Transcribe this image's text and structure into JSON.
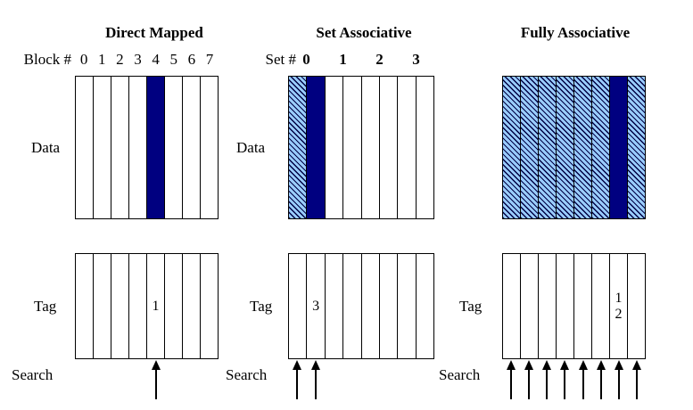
{
  "figure": {
    "colors": {
      "highlight": "#000080",
      "hatch_background": "#99ccff",
      "hatch_line": "#000040",
      "border": "#000000",
      "background": "#ffffff",
      "text": "#000000"
    }
  },
  "panels": [
    {
      "key": "direct-mapped",
      "title": "Direct Mapped",
      "index_label": "Block #",
      "index_bold": false,
      "index_values": [
        "0",
        "1",
        "2",
        "3",
        "4",
        "5",
        "6",
        "7"
      ],
      "labels": {
        "data": "Data",
        "tag": "Tag",
        "search": "Search"
      },
      "data_fill": [
        "plain",
        "plain",
        "plain",
        "plain",
        "solid",
        "plain",
        "plain",
        "plain"
      ],
      "tag_values": [
        "",
        "",
        "",
        "",
        "1",
        "",
        "",
        ""
      ],
      "search_arrow_columns": [
        4
      ]
    },
    {
      "key": "set-associative",
      "title": "Set Associative",
      "index_label": "Set #",
      "index_bold": true,
      "index_values": [
        "0",
        "1",
        "2",
        "3"
      ],
      "labels": {
        "data": "Data",
        "tag": "Tag",
        "search": "Search"
      },
      "data_fill": [
        "hatch",
        "solid",
        "plain",
        "plain",
        "plain",
        "plain",
        "plain",
        "plain"
      ],
      "tag_values": [
        "",
        "3",
        "",
        "",
        "",
        "",
        "",
        ""
      ],
      "search_arrow_columns": [
        0,
        1
      ]
    },
    {
      "key": "fully-associative",
      "title": "Fully Associative",
      "index_label": null,
      "index_bold": false,
      "index_values": [],
      "labels": {
        "tag": "Tag",
        "search": "Search"
      },
      "data_fill": [
        "hatch",
        "hatch",
        "hatch",
        "hatch",
        "hatch",
        "hatch",
        "solid",
        "hatch"
      ],
      "tag_values": [
        "",
        "",
        "",
        "",
        "",
        "",
        "1\n2",
        ""
      ],
      "search_arrow_columns": [
        0,
        1,
        2,
        3,
        4,
        5,
        6,
        7
      ]
    }
  ]
}
